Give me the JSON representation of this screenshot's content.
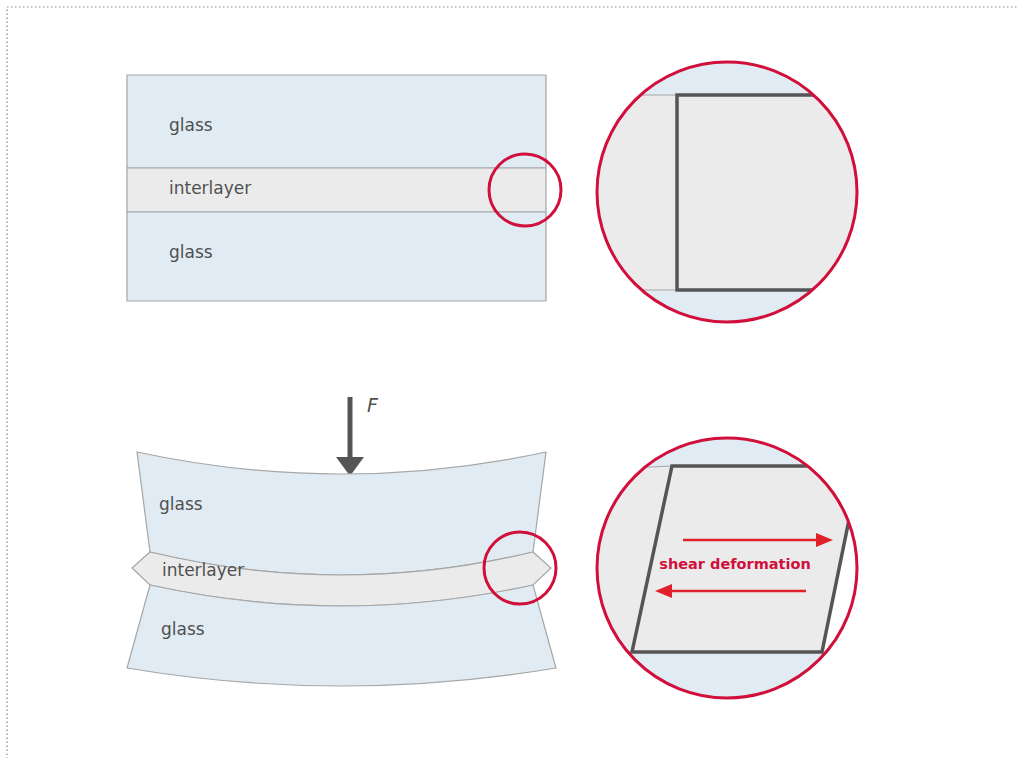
{
  "diagram": {
    "nodes": [
      {
        "text": [
          "glass"
        ]
      },
      {
        "text": [
          "interlayer"
        ]
      },
      {
        "text": [
          "glass"
        ]
      },
      {
        "text": [
          "glass"
        ]
      },
      {
        "text": [
          "interlayer"
        ]
      },
      {
        "text": [
          "glass"
        ]
      }
    ],
    "labels": [
      "F",
      "shear deformation"
    ]
  }
}
